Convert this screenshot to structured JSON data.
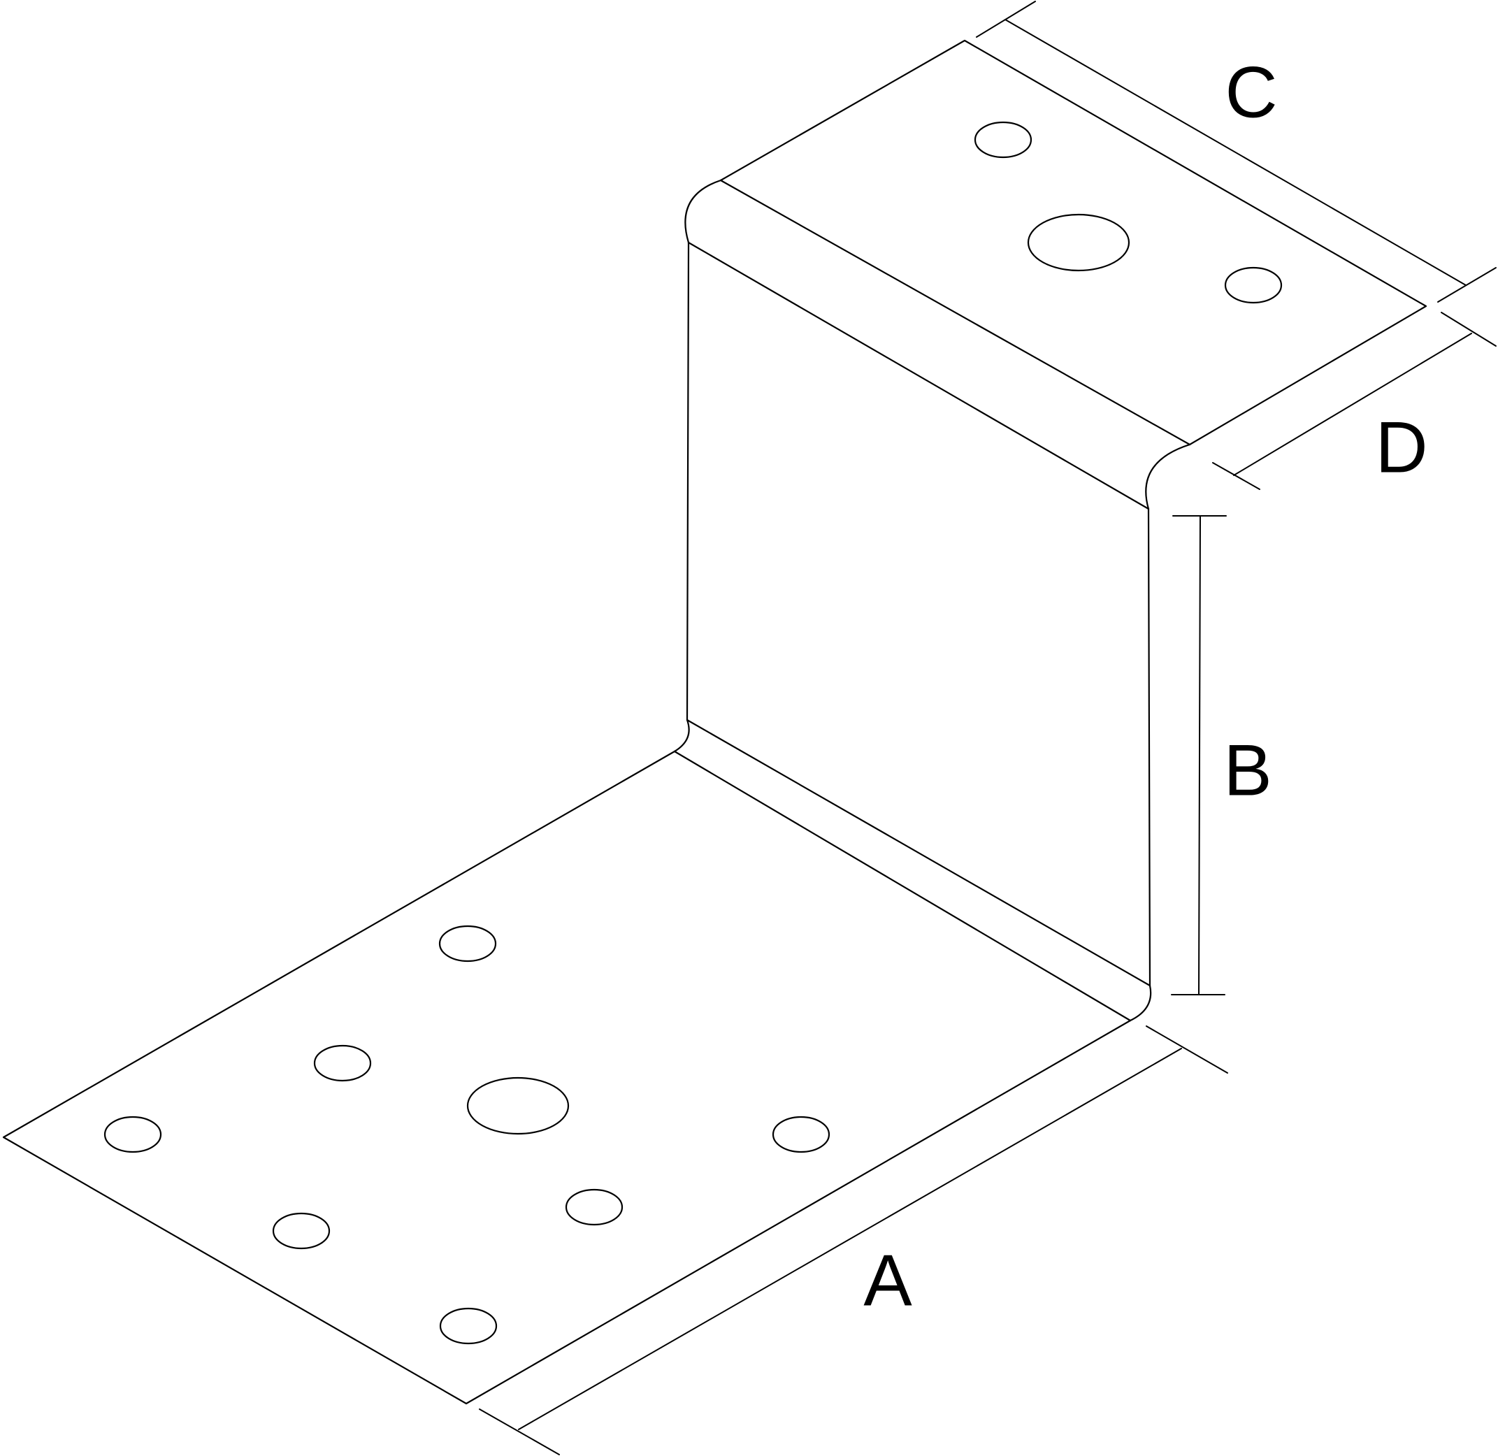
{
  "diagram": {
    "labels": {
      "a": "A",
      "b": "B",
      "c": "C",
      "d": "D"
    },
    "colors": {
      "line": "#000000",
      "background": "#ffffff"
    }
  }
}
